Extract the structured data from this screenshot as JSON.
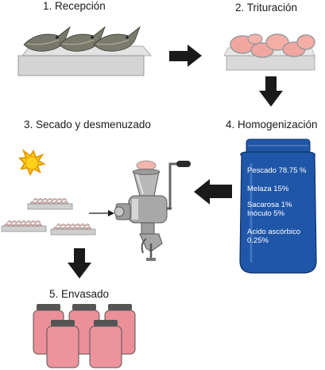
{
  "steps": {
    "reception": "1. Recepción",
    "crushing": "2. Trituración",
    "drying": "3. Secado y desmenuzado",
    "homogenization": "4. Homogenización",
    "packaging": "5. Envasado"
  },
  "jar_composition": {
    "line1": "Pescado 78.75 %",
    "line2": "Melaza 15%",
    "line3": "Sacarosa 1%",
    "line4": "Inóculo 5%",
    "line5": "Acido ascórbico",
    "line6": "0.25%"
  },
  "colors": {
    "jar_blue": "#1f56a8",
    "arrow": "#1a1a1a",
    "fish_pink": "#f2a6a0",
    "product_jar": "#eb8f98",
    "sun": "#ffd21a"
  }
}
